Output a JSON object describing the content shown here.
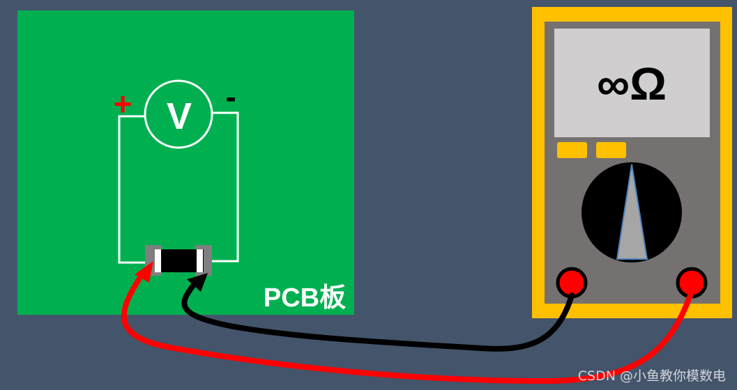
{
  "colors": {
    "background": "#44546a",
    "pcb": "#00b050",
    "meter_frame": "#ffc000",
    "meter_body": "#767171",
    "display": "#d0cece",
    "probe_red": "#ff0000",
    "probe_black": "#000000",
    "wire": "#ffffff",
    "pad": "#7f7f7f"
  },
  "pcb": {
    "label": "PCB板"
  },
  "voltmeter": {
    "symbol": "V",
    "plus": "+",
    "minus": "-"
  },
  "multimeter": {
    "display": "∞Ω",
    "icons": [
      "dial-knob-icon",
      "probe-jack-icon"
    ]
  },
  "watermark": "CSDN @小鱼教你模数电"
}
